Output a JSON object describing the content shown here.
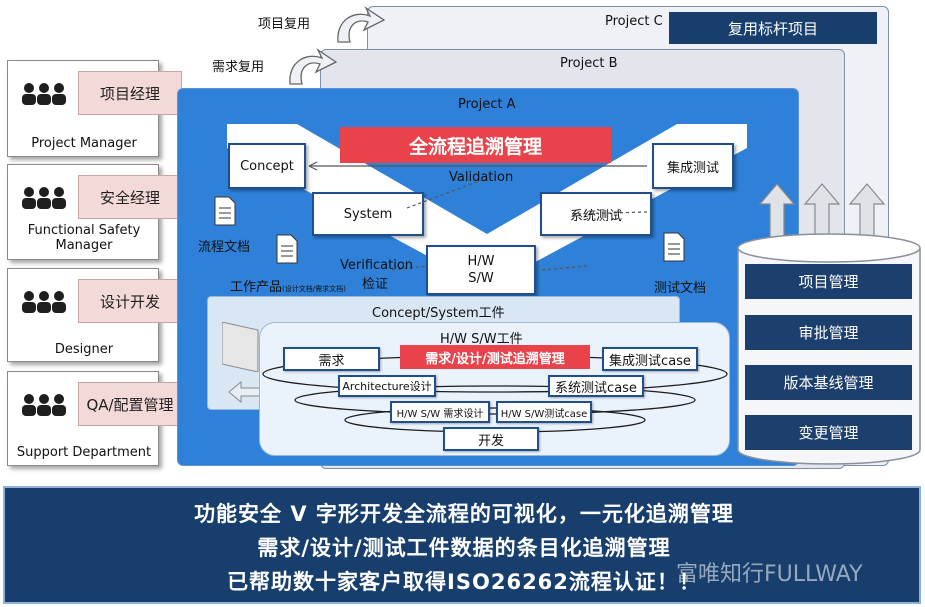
{
  "roles": [
    {
      "label": "项目经理",
      "en": "Project Manager"
    },
    {
      "label": "安全经理",
      "en": "Functional Safety Manager"
    },
    {
      "label": "设计开发",
      "en": "Designer"
    },
    {
      "label": "QA/配置管理",
      "en": "Support Department"
    }
  ],
  "projects": {
    "c": "Project C",
    "b": "Project B",
    "a": "Project A",
    "benchmark": "复用标杆项目",
    "reuse_project": "项目复用",
    "reuse_requirement": "需求复用"
  },
  "vmodel": {
    "title": "全流程追溯管理",
    "concept": "Concept",
    "system": "System",
    "hw": "H/W",
    "sw": "S/W",
    "system_test": "系统测试",
    "integration_test": "集成测试",
    "validation": "Validation",
    "verification": "Verification",
    "check": "检证",
    "process_doc": "流程文档",
    "work_product": "工作产品",
    "work_product_note": "(设计文档/需求文档)",
    "test_doc": "测试文档"
  },
  "artifacts": {
    "concept_system": "Concept/System工件",
    "hwsw": "H/W S/W工件",
    "trace_title": "需求/设计/测试追溯管理",
    "requirement": "需求",
    "architecture": "Architecture设计",
    "hwsw_design": "H/W S/W 需求设计",
    "hwsw_test": "H/W S/W测试case",
    "integration_case": "集成测试case",
    "system_case": "系统测试case",
    "develop": "开发"
  },
  "database": [
    "项目管理",
    "审批管理",
    "版本基线管理",
    "变更管理"
  ],
  "banner": [
    "功能安全 V 字形开发全流程的可视化，一元化追溯管理",
    "需求/设计/测试工件数据的条目化追溯管理",
    "已帮助数十家客户取得ISO26262流程认证！！"
  ],
  "watermark": "富唯知行FULLWAY",
  "colors": {
    "navy": "#173e6c",
    "red": "#e8424a",
    "blue": "#2f80d8",
    "pink": "#f4d9d9"
  }
}
